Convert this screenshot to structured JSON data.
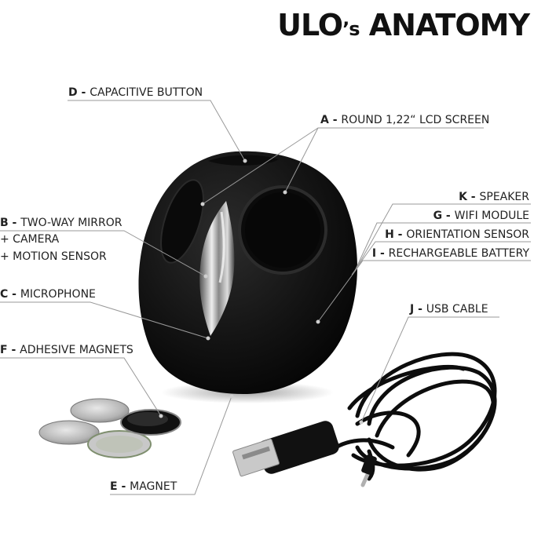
{
  "title": {
    "main": "ULO",
    "suffix": "’s",
    "rest": "ANATOMY"
  },
  "labels": {
    "A": {
      "letter": "A",
      "text": "ROUND 1,22“ LCD SCREEN"
    },
    "B": {
      "letter": "B",
      "text": "TWO-WAY MIRROR",
      "line2": "+ CAMERA",
      "line3": "+ MOTION SENSOR"
    },
    "C": {
      "letter": "C",
      "text": "MICROPHONE"
    },
    "D": {
      "letter": "D",
      "text": "CAPACITIVE BUTTON"
    },
    "E": {
      "letter": "E",
      "text": "MAGNET"
    },
    "F": {
      "letter": "F",
      "text": "ADHESIVE MAGNETS"
    },
    "G": {
      "letter": "G",
      "text": "WIFI MODULE"
    },
    "H": {
      "letter": "H",
      "text": "ORIENTATION SENSOR"
    },
    "I": {
      "letter": "I",
      "text": "RECHARGEABLE BATTERY"
    },
    "J": {
      "letter": "J",
      "text": "USB CABLE"
    },
    "K": {
      "letter": "K",
      "text": "SPEAKER"
    }
  },
  "separator": " - ",
  "colors": {
    "device": "#141414",
    "line": "#999999",
    "text": "#222222"
  }
}
